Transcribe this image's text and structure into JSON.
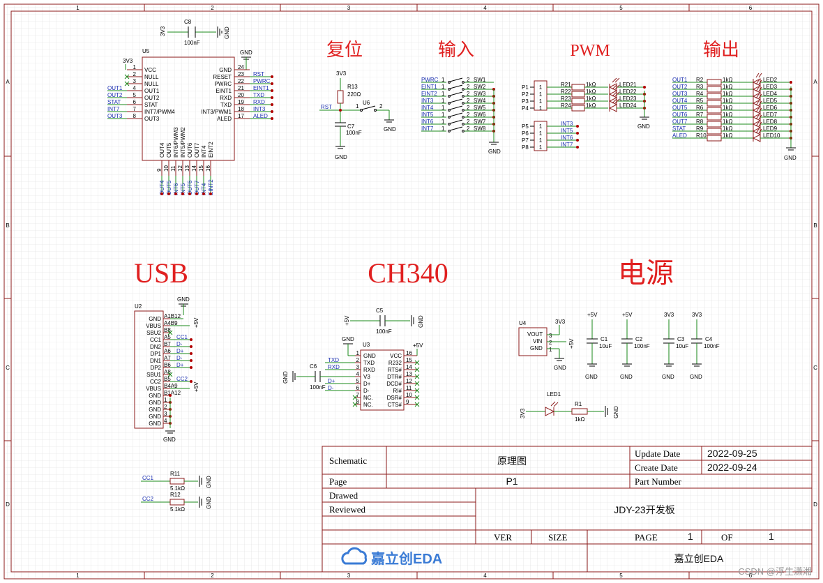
{
  "sections": {
    "reset": "复位",
    "input": "输入",
    "pwm": "PWM",
    "output": "输出",
    "usb": "USB",
    "ch340": "CH340",
    "power": "电源"
  },
  "border": {
    "cols": [
      "1",
      "2",
      "3",
      "4",
      "5",
      "6"
    ],
    "rows": [
      "A",
      "B",
      "C",
      "D"
    ]
  },
  "u5": {
    "ref": "U5",
    "cap_ref": "C8",
    "cap_val": "100nF",
    "net_3v3": "3V3",
    "gnd": "GND",
    "left_pins": [
      {
        "num": "1",
        "name": "VCC",
        "net": ""
      },
      {
        "num": "2",
        "name": "NULL",
        "net": ""
      },
      {
        "num": "3",
        "name": "NULL",
        "net": ""
      },
      {
        "num": "4",
        "name": "OUT1",
        "net": "OUT1"
      },
      {
        "num": "5",
        "name": "OUT2",
        "net": "OUT2"
      },
      {
        "num": "6",
        "name": "STAT",
        "net": "STAT"
      },
      {
        "num": "7",
        "name": "INT7/PWM4",
        "net": "INT7"
      },
      {
        "num": "8",
        "name": "OUT3",
        "net": "OUT3"
      }
    ],
    "right_pins": [
      {
        "num": "24",
        "name": "GND",
        "net": ""
      },
      {
        "num": "23",
        "name": "RESET",
        "net": "RST"
      },
      {
        "num": "22",
        "name": "PWRC",
        "net": "PWRC"
      },
      {
        "num": "21",
        "name": "EINT1",
        "net": "EINT1"
      },
      {
        "num": "20",
        "name": "RXD",
        "net": "TXD"
      },
      {
        "num": "19",
        "name": "TXD",
        "net": "RXD"
      },
      {
        "num": "18",
        "name": "INT3/PWM1",
        "net": "INT3"
      },
      {
        "num": "17",
        "name": "ALED",
        "net": "ALED"
      }
    ],
    "bottom_pins": [
      {
        "num": "9",
        "name": "OUT4",
        "net": "OUT4"
      },
      {
        "num": "10",
        "name": "OUT5",
        "net": "OUT5"
      },
      {
        "num": "11",
        "name": "INT6/PWM3",
        "net": "INT6"
      },
      {
        "num": "12",
        "name": "INT5/PWM2",
        "net": "INT5"
      },
      {
        "num": "13",
        "name": "OUT6",
        "net": "OUT6"
      },
      {
        "num": "14",
        "name": "OUT7",
        "net": "OUT7"
      },
      {
        "num": "15",
        "name": "INT4",
        "net": "INT4"
      },
      {
        "num": "16",
        "name": "EINT2",
        "net": "EINT2"
      }
    ]
  },
  "reset": {
    "net_3v3": "3V3",
    "r_ref": "R13",
    "r_val": "220Ω",
    "u_ref": "U6",
    "pin1": "1",
    "pin2": "2",
    "net_rst": "RST",
    "c_ref": "C7",
    "c_val": "100nF",
    "gnd": "GND"
  },
  "input": {
    "nets": [
      "PWRC",
      "EINT1",
      "EINT2",
      "INT3",
      "INT4",
      "INT5",
      "INT6",
      "INT7"
    ],
    "switches": [
      "SW1",
      "SW2",
      "SW3",
      "SW4",
      "SW5",
      "SW6",
      "SW7",
      "SW8"
    ],
    "pin1": "1",
    "pin2": "2",
    "gnd": "GND"
  },
  "pwm": {
    "ports": [
      "P1",
      "P2",
      "P3",
      "P4"
    ],
    "resistors": [
      "R21",
      "R22",
      "R23",
      "R24"
    ],
    "rval": "1kΩ",
    "leds": [
      "LED21",
      "LED22",
      "LED23",
      "LED24"
    ],
    "pin": "1",
    "gnd": "GND",
    "ports2": [
      "P5",
      "P6",
      "P7",
      "P8"
    ],
    "nets2": [
      "INT3",
      "INT5",
      "INT6",
      "INT7"
    ]
  },
  "output": {
    "nets": [
      "OUT1",
      "OUT2",
      "OUT3",
      "OUT4",
      "OUT5",
      "OUT6",
      "OUT7",
      "STAT",
      "ALED"
    ],
    "resistors": [
      "R2",
      "R3",
      "R4",
      "R5",
      "R6",
      "R7",
      "R8",
      "R9",
      "R10"
    ],
    "rval": "1kΩ",
    "leds": [
      "LED2",
      "LED3",
      "LED4",
      "LED5",
      "LED6",
      "LED7",
      "LED8",
      "LED9",
      "LED10"
    ],
    "gnd": "GND"
  },
  "usb": {
    "ref": "U2",
    "gnd": "GND",
    "pins": [
      {
        "name": "GND",
        "num": "A1B12",
        "net": ""
      },
      {
        "name": "VBUS",
        "num": "A4B9",
        "net": ""
      },
      {
        "name": "SBU2",
        "num": "B8",
        "net": ""
      },
      {
        "name": "CC1",
        "num": "A5",
        "net": "CC1"
      },
      {
        "name": "DN2",
        "num": "B7",
        "net": "D-"
      },
      {
        "name": "DP1",
        "num": "A6",
        "net": "D+"
      },
      {
        "name": "DN1",
        "num": "A7",
        "net": "D-"
      },
      {
        "name": "DP2",
        "num": "B6",
        "net": "D+"
      },
      {
        "name": "SBU1",
        "num": "A8",
        "net": ""
      },
      {
        "name": "CC2",
        "num": "B5",
        "net": "CC2"
      },
      {
        "name": "VBUS",
        "num": "B4A9",
        "net": ""
      },
      {
        "name": "GND",
        "num": "B1A12",
        "net": ""
      },
      {
        "name": "GND",
        "num": "1",
        "net": ""
      },
      {
        "name": "GND",
        "num": "2",
        "net": ""
      },
      {
        "name": "GND",
        "num": "3",
        "net": ""
      },
      {
        "name": "GND",
        "num": "4",
        "net": ""
      }
    ],
    "p5v": "+5V",
    "r11": "R11",
    "r12": "R12",
    "rval": "5.1kΩ",
    "cc1": "CC1",
    "cc2": "CC2"
  },
  "ch340": {
    "ref": "U3",
    "c5": "C5",
    "c5_val": "100nF",
    "c6": "C6",
    "c6_val": "100nF",
    "p5v": "+5V",
    "gnd": "GND",
    "left": [
      {
        "num": "1",
        "name": "GND",
        "net": ""
      },
      {
        "num": "2",
        "name": "TXD",
        "net": "TXD"
      },
      {
        "num": "3",
        "name": "RXD",
        "net": "RXD"
      },
      {
        "num": "4",
        "name": "V3",
        "net": ""
      },
      {
        "num": "5",
        "name": "D+",
        "net": "D+"
      },
      {
        "num": "6",
        "name": "D-",
        "net": "D-"
      },
      {
        "num": "7",
        "name": "NC.",
        "net": ""
      },
      {
        "num": "8",
        "name": "NC.",
        "net": ""
      }
    ],
    "right": [
      {
        "num": "16",
        "name": "VCC"
      },
      {
        "num": "15",
        "name": "R232"
      },
      {
        "num": "14",
        "name": "RTS#"
      },
      {
        "num": "13",
        "name": "DTR#"
      },
      {
        "num": "12",
        "name": "DCD#"
      },
      {
        "num": "11",
        "name": "RI#"
      },
      {
        "num": "10",
        "name": "DSR#"
      },
      {
        "num": "9",
        "name": "CTS#"
      }
    ]
  },
  "power": {
    "u4": "U4",
    "vout": "VOUT",
    "vin": "VIN",
    "gnd_pin": "GND",
    "n3v3": "3V3",
    "p5v": "+5V",
    "gnd": "GND",
    "pin1": "1",
    "pin2": "2",
    "pin3": "3",
    "caps": [
      {
        "ref": "C1",
        "val": "10uF",
        "net": "+5V"
      },
      {
        "ref": "C2",
        "val": "100nF",
        "net": "+5V"
      },
      {
        "ref": "C3",
        "val": "10uF",
        "net": "3V3"
      },
      {
        "ref": "C4",
        "val": "100nF",
        "net": "3V3"
      }
    ],
    "led1": "LED1",
    "r1": "R1",
    "r1_val": "1kΩ"
  },
  "title_block": {
    "schematic_label": "Schematic",
    "schematic_value": "原理图",
    "page_label": "Page",
    "page_value": "P1",
    "update_label": "Update Date",
    "update_value": "2022-09-25",
    "create_label": "Create Date",
    "create_value": "2022-09-24",
    "part_label": "Part Number",
    "drawed_label": "Drawed",
    "reviewed_label": "Reviewed",
    "project": "JDY-23开发板",
    "ver_label": "VER",
    "size_label": "SIZE",
    "page_num_label": "PAGE",
    "page_num": "1",
    "of_label": "OF",
    "of_num": "1",
    "logo_text": "嘉立创EDA",
    "company": "嘉立创EDA"
  },
  "watermark": "CSDN @浮生潇湘",
  "colors": {
    "border": "#8b1a1a",
    "wire": "#1a8a1a",
    "net": "#1a2fb0",
    "title": "#e02020",
    "junction": "#b00000",
    "grid": "#d8d8d8"
  }
}
